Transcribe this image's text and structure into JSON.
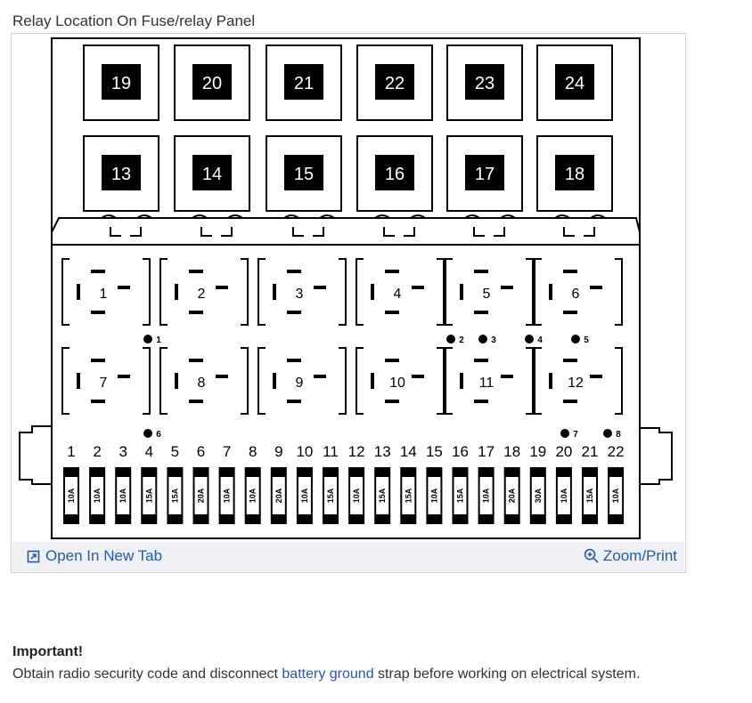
{
  "title": "Relay Location On Fuse/relay Panel",
  "diagram": {
    "relay_top_row": [
      "19",
      "20",
      "21",
      "22",
      "23",
      "24"
    ],
    "relay_second_row": [
      "13",
      "14",
      "15",
      "16",
      "17",
      "18"
    ],
    "socket_numbers": [
      "1",
      "2",
      "3",
      "4",
      "5",
      "6",
      "7",
      "8",
      "9",
      "10",
      "11",
      "12"
    ],
    "markers": [
      "1",
      "2",
      "3",
      "4",
      "5",
      "6",
      "7",
      "8"
    ],
    "fuse_numbers": [
      "1",
      "2",
      "3",
      "4",
      "5",
      "6",
      "7",
      "8",
      "9",
      "10",
      "11",
      "12",
      "13",
      "14",
      "15",
      "16",
      "17",
      "18",
      "19",
      "20",
      "21",
      "22"
    ],
    "fuse_ratings": [
      "10A",
      "10A",
      "10A",
      "15A",
      "15A",
      "20A",
      "10A",
      "10A",
      "20A",
      "10A",
      "15A",
      "10A",
      "15A",
      "15A",
      "10A",
      "15A",
      "10A",
      "20A",
      "30A",
      "10A",
      "15A",
      "10A"
    ]
  },
  "actions": {
    "open_new_tab": "Open In New Tab",
    "zoom_print": "Zoom/Print"
  },
  "notice": {
    "heading": "Important!",
    "text_before": "Obtain radio security code and disconnect ",
    "link": "battery ground",
    "text_after": " strap before working on electrical system."
  },
  "colors": {
    "link": "#2b5b9a",
    "footer_bar": "#eef0f4",
    "diagram_ink": "#000000"
  }
}
